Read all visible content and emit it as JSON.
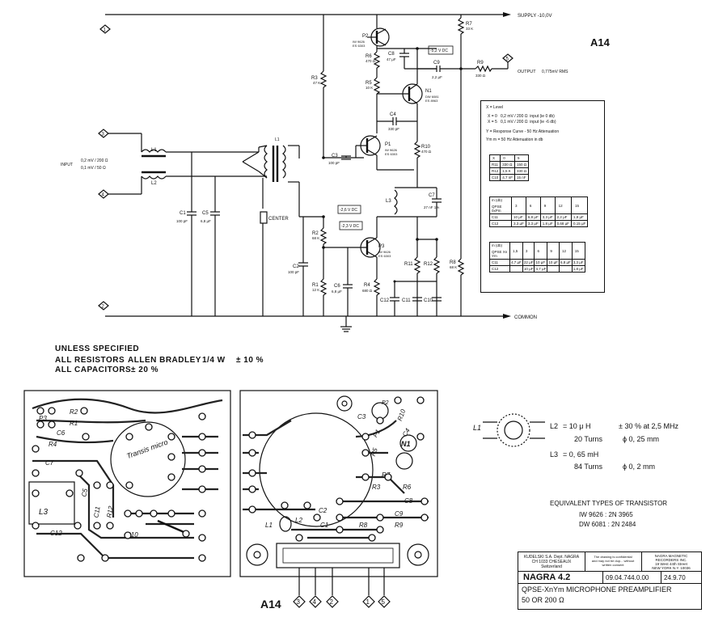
{
  "board_id": "A14",
  "rails": {
    "supply": "SUPPLY -10,0V",
    "common": "COMMON",
    "output": "OUTPUT",
    "output_level": "0,775mV RMS",
    "input": "INPUT",
    "input_levels": [
      "0,2 mV / 200 Ω",
      "0,1 mV / 50 Ω"
    ],
    "center": "CENTER"
  },
  "terminals": [
    "1",
    "2",
    "3",
    "4",
    "5"
  ],
  "connector_order": [
    "3",
    "4",
    "2",
    "1",
    "5"
  ],
  "transistors": [
    {
      "ref": "P2",
      "types": [
        "IW 9626",
        "ES 6303"
      ]
    },
    {
      "ref": "N1",
      "types": [
        "DW 6081",
        "ES 8963"
      ]
    },
    {
      "ref": "P1",
      "types": [
        "IW 9626",
        "ES 6303"
      ]
    },
    {
      "ref": "P3",
      "types": [
        "IW 9626",
        "ES 6303"
      ]
    }
  ],
  "resistors": [
    {
      "ref": "R7",
      "value": "33 K"
    },
    {
      "ref": "R6",
      "value": "470 Ω"
    },
    {
      "ref": "R5",
      "value": "10 K"
    },
    {
      "ref": "R9",
      "value": "330 Ω"
    },
    {
      "ref": "R3",
      "value": "47 K"
    },
    {
      "ref": "R10",
      "value": "470 Ω"
    },
    {
      "ref": "R2",
      "value": "68 K"
    },
    {
      "ref": "R1",
      "value": "12 K"
    },
    {
      "ref": "R4",
      "value": "680 Ω"
    },
    {
      "ref": "R8",
      "value": "68 K"
    },
    {
      "ref": "R11",
      "value": ""
    },
    {
      "ref": "R12",
      "value": ""
    }
  ],
  "capacitors": [
    {
      "ref": "C8",
      "value": "47 μF"
    },
    {
      "ref": "C9",
      "value": "2,2 μF"
    },
    {
      "ref": "C4",
      "value": "330 pF"
    },
    {
      "ref": "C3",
      "value": "100 pF"
    },
    {
      "ref": "C7",
      "value": "27 nF 1%"
    },
    {
      "ref": "C2",
      "value": "100 pF"
    },
    {
      "ref": "C1",
      "value": "100 pF"
    },
    {
      "ref": "C5",
      "value": "6,8 μF"
    },
    {
      "ref": "C6",
      "value": "6,8 μF"
    },
    {
      "ref": "C12",
      "value": ""
    },
    {
      "ref": "C11",
      "value": ""
    },
    {
      "ref": "C10",
      "value": ""
    }
  ],
  "inductors": [
    "L1",
    "L2",
    "L3"
  ],
  "voltages": [
    "-5,2 V DC",
    "-2,6 V DC",
    "-2,3 V DC"
  ],
  "notes": {
    "line1": "UNLESS SPECIFIED",
    "line2_label": "ALL RESISTORS",
    "line2_brand": "ALLEN BRADLEY",
    "line2_rating": "1/4 W",
    "line2_tol": "± 10 %",
    "line3_label": "ALL CAPACITORS",
    "line3_tol": "± 20 %"
  },
  "legend": {
    "level": "X = Level",
    "rows": [
      {
        "cond": "X = 0",
        "value": "0,2 mV / 200 Ω",
        "desc": "input (ie 0 db)"
      },
      {
        "cond": "X = 5",
        "value": "0,1 mV / 200 Ω",
        "desc": "input (ie -6 db)"
      }
    ],
    "y_line": "Y = Response Curve  -  50 Hz Attenuation",
    "ym_line": "Ym     m = 50 Hz  Attenuation in db"
  },
  "table1": {
    "headers": [
      "X",
      "0",
      "5"
    ],
    "rows": [
      [
        "R11",
        "330 Ω",
        "150 Ω"
      ],
      [
        "R12",
        "1,5 K",
        "330 Ω"
      ],
      [
        "C10",
        "4,7 nF",
        "15 nF"
      ]
    ]
  },
  "table2": {
    "corner_top": "m (db)",
    "corner_bottom": "QPSE 0xPm",
    "headers": [
      "3",
      "6",
      "9",
      "12",
      "15"
    ],
    "rows": [
      [
        "C11",
        "10 μF",
        "6,8 μF",
        "3,3 μF",
        "2,2 μF",
        "1,8 μF"
      ],
      [
        "C12",
        "3,3 μF",
        "3,3 μF",
        "1,8 μF",
        "0,68 μF",
        "0,15 μF"
      ]
    ]
  },
  "table3": {
    "corner_top": "m (db)",
    "corner_bottom": "QPSE Xn Ym",
    "headers": [
      "1,5",
      "3",
      "6",
      "9",
      "12",
      "15"
    ],
    "rows": [
      [
        "C11",
        "4,7 μF",
        "22 μF",
        "10 μF",
        "10 μF",
        "6,8 μF",
        "3,3 μF"
      ],
      [
        "C12",
        "",
        "10 μF",
        "4,7 μF",
        "",
        "",
        "1,8 μF"
      ]
    ]
  },
  "coil": {
    "l1": "L1",
    "l2": "L2",
    "l2_value": "=   10 μ H",
    "l2_tol": "± 30 %   at  2,5 MHz",
    "l2_turns": "20 Turns",
    "l2_wire": "ϕ 0, 25 mm",
    "l3": "L3",
    "l3_value": "=   0, 65 mH",
    "l3_turns": "84 Turns",
    "l3_wire": "ϕ 0, 2 mm"
  },
  "equivalents": {
    "title": "EQUIVALENT TYPES OF TRANSISTOR",
    "rows": [
      "IW 9626  :  2N 3965",
      "DW 6081  :  2N 2484"
    ]
  },
  "pcb_labels": {
    "left": [
      "R2",
      "R1",
      "C6",
      "R4",
      "C7",
      "L3",
      "C11",
      "R12",
      "C12",
      "C10",
      "P3",
      "C5"
    ],
    "middle": "Transis micro",
    "right": [
      "C3",
      "R10",
      "R5",
      "C4",
      "N1",
      "R7",
      "R6",
      "C8",
      "C9",
      "R8",
      "R9",
      "C2",
      "C1",
      "L1",
      "L2",
      "P1",
      "P2",
      "R3"
    ]
  },
  "title_block": {
    "company_left": [
      "KUDELSKI S.A.  Dept. NAGRA",
      "CH 1033 CHESEAUX",
      "Switzerland"
    ],
    "notice": [
      "The drawing is confidential",
      "and may not be dup... without",
      "written consent"
    ],
    "company_right": [
      "NAGRA MAGNETIC",
      "RECORDERS INC.",
      "19 West 44th Street",
      "NEW YORK N.Y. 10036"
    ],
    "model": "NAGRA  4.2",
    "drawing_no": "09.04.744.0.00",
    "date": "24.9.70",
    "title": "QPSE-XnYm MICROPHONE PREAMPLIFIER",
    "subtitle": "50 OR 200 Ω"
  }
}
